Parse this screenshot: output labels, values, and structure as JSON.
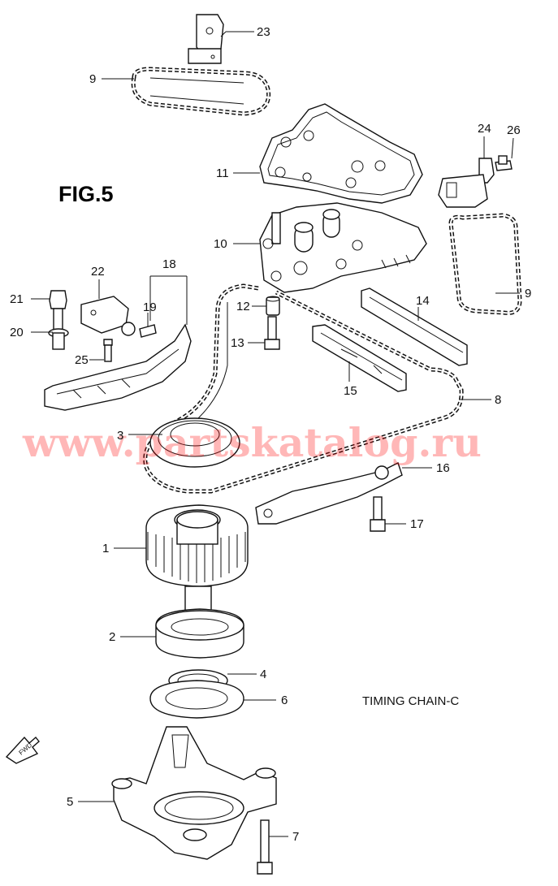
{
  "figure": {
    "title": "FIG.5"
  },
  "caption": "TIMING CHAIN-C",
  "watermark": "www.partskatalog.ru",
  "fwd_label": "FWD",
  "callouts": [
    "1",
    "2",
    "3",
    "4",
    "5",
    "6",
    "7",
    "8",
    "9",
    "9",
    "10",
    "11",
    "12",
    "13",
    "14",
    "15",
    "16",
    "17",
    "18",
    "19",
    "20",
    "21",
    "22",
    "23",
    "24",
    "25",
    "26"
  ]
}
